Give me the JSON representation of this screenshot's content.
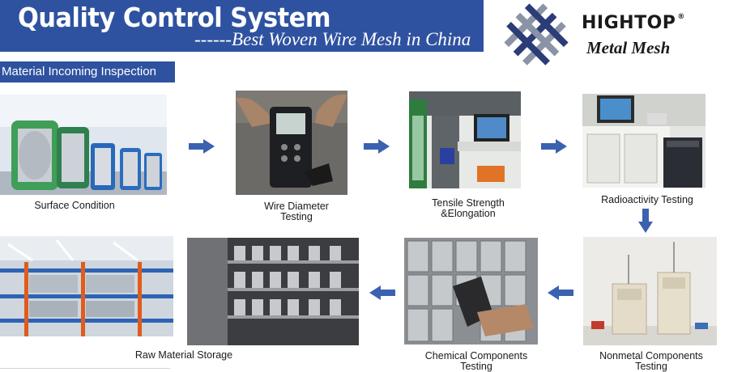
{
  "banner": {
    "title": "Quality Control System",
    "subtitle": "------Best Woven Wire Mesh in China"
  },
  "brand": {
    "name": "HIGHTOP",
    "registered_mark": "®",
    "tagline": "Metal Mesh"
  },
  "section_label": "Material Incoming Inspection",
  "steps": [
    {
      "caption_line1": "Surface Condition",
      "caption_line2": ""
    },
    {
      "caption_line1": "Wire Diameter",
      "caption_line2": "Testing"
    },
    {
      "caption_line1": "Tensile Strength",
      "caption_line2": "&Elongation"
    },
    {
      "caption_line1": "Radioactivity Testing",
      "caption_line2": ""
    },
    {
      "caption_line1": "Nonmetal Components",
      "caption_line2": "Testing"
    },
    {
      "caption_line1": "Chemical Components",
      "caption_line2": "Testing"
    },
    {
      "caption_line1": "Raw Material Storage",
      "caption_line2": ""
    }
  ],
  "colors": {
    "brand_blue": "#2f52a0",
    "arrow_blue": "#3b62b0",
    "logo_dark": "#2b3c77",
    "logo_light": "#8b93a6"
  }
}
